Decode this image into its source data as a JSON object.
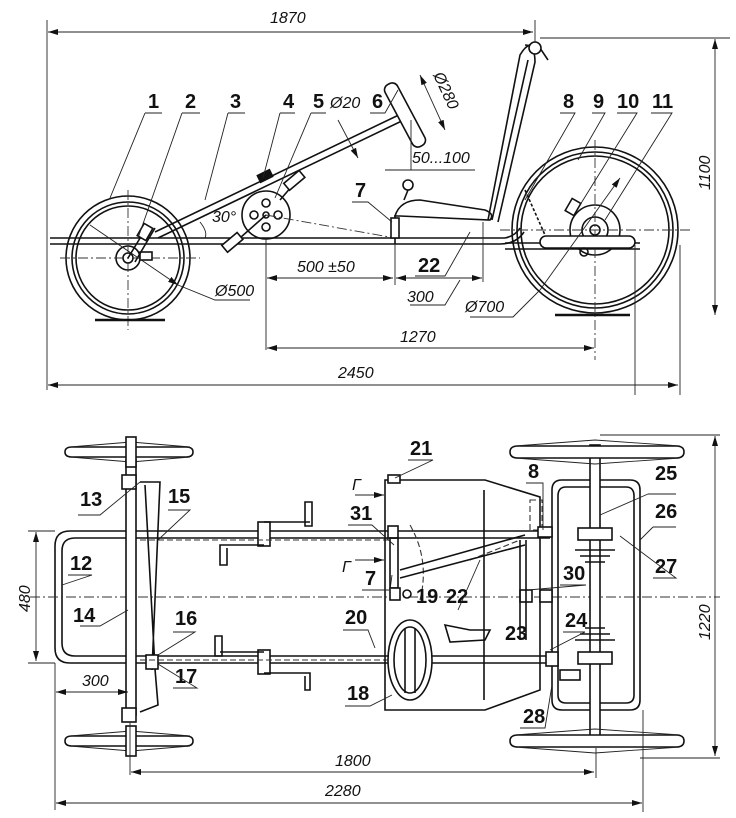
{
  "drawing": {
    "title": "Pedal car — side view and top view",
    "line_color": "#111111",
    "background": "#ffffff"
  },
  "side_view": {
    "callouts": [
      "1",
      "2",
      "3",
      "4",
      "5",
      "6",
      "7",
      "8",
      "9",
      "10",
      "11",
      "22"
    ],
    "dimensions": {
      "top_length": "1870",
      "height": "1100",
      "steering_rod_dia": "Ø20",
      "steering_wheel_dia": "Ø280",
      "steering_adjust": "50...100",
      "column_angle": "30°",
      "front_wheel_dia": "Ø500",
      "pedal_offset": "500 ±50",
      "seat_offset": "300",
      "rear_wheel_dia": "Ø700",
      "wheelbase": "1270",
      "overall_length": "2450"
    }
  },
  "top_view": {
    "callouts": [
      "21",
      "8",
      "25",
      "26",
      "27",
      "13",
      "15",
      "31",
      "12",
      "7",
      "19",
      "22",
      "30",
      "14",
      "16",
      "20",
      "23",
      "24",
      "17",
      "18",
      "28"
    ],
    "section_marks": [
      "Г",
      "Г"
    ],
    "dimensions": {
      "frame_width": "480",
      "front_overhang": "300",
      "track": "1220",
      "wheelbase_top": "1800",
      "overall_length_top": "2280"
    }
  }
}
